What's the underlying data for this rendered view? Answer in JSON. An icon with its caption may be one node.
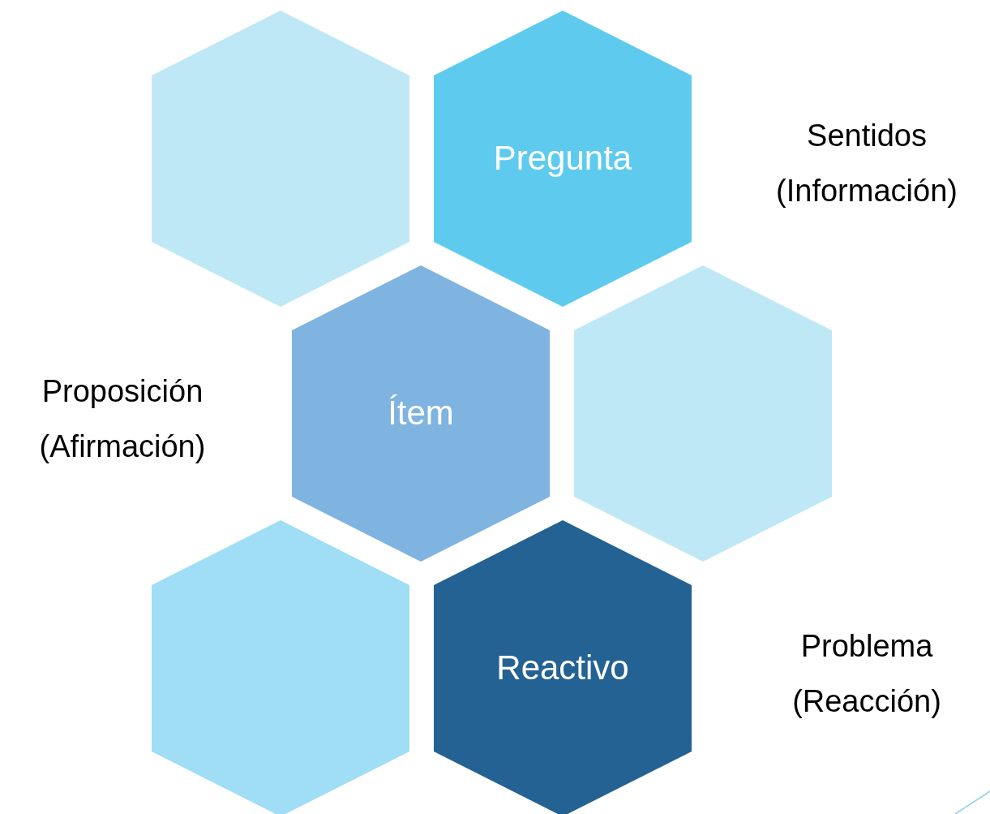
{
  "diagram": {
    "nodes": [
      {
        "text": [],
        "shape": "hexagon"
      },
      {
        "text": [
          "Pregunta"
        ]
      },
      {
        "text": [
          "Ítem"
        ]
      },
      {
        "text": [],
        "shape": "hexagon"
      },
      {
        "text": [],
        "shape": "hexagon"
      },
      {
        "text": [
          "Reactivo"
        ]
      }
    ],
    "labels": [
      "Sentidos (Información)",
      "Proposición (Afirmación)",
      "Problema (Reacción)"
    ]
  }
}
